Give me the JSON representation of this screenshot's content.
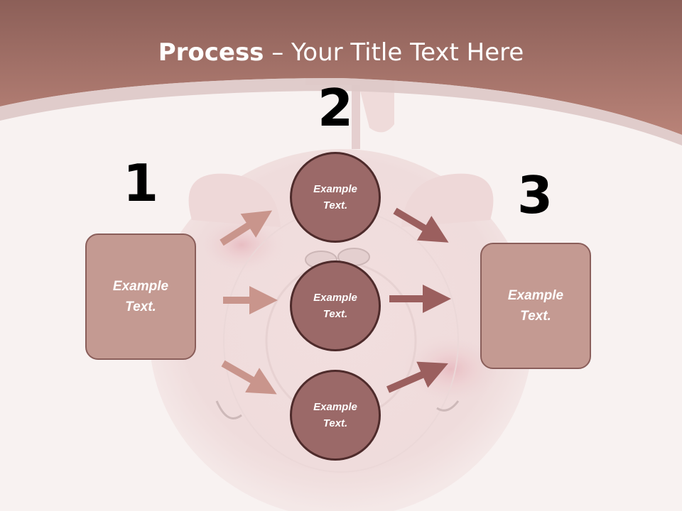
{
  "title": {
    "bold": "Process",
    "rest": " – Your Title Text Here"
  },
  "steps": [
    {
      "number": "1",
      "text": "Example Text."
    },
    {
      "number": "2",
      "text": "Example Text."
    },
    {
      "number": "3",
      "text": "Example Text."
    }
  ],
  "circles": [
    {
      "text": "Example Text."
    },
    {
      "text": "Example Text."
    },
    {
      "text": "Example Text."
    }
  ],
  "colors": {
    "header": "#a87770",
    "box_fill": "#c49a92",
    "circle_fill": "#9b6968",
    "arrow_light": "#c9958c",
    "arrow_dark": "#9b5f5e"
  }
}
